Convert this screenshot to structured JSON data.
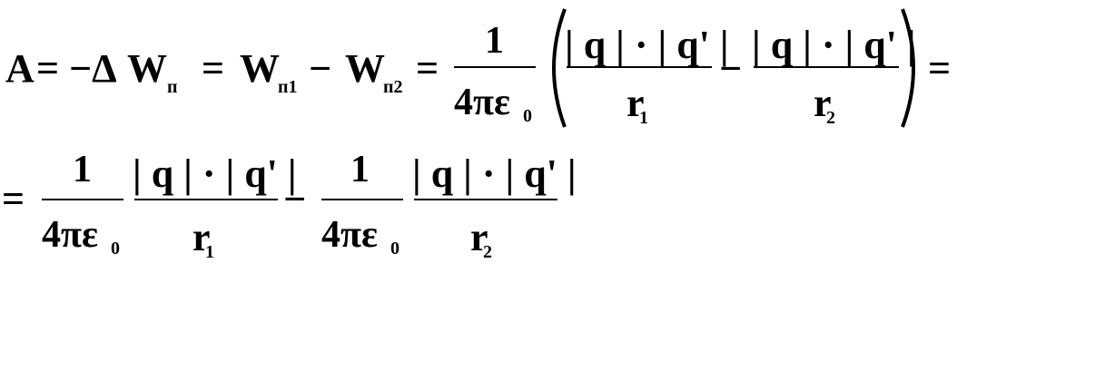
{
  "formula": {
    "line1": {
      "A": "A",
      "eq1": "=",
      "minus_delta": "−Δ",
      "W1": "W",
      "W1_sub": "п",
      "eq2": "=",
      "W2": "W",
      "W2_sub": "п1",
      "minus1": "−",
      "W3": "W",
      "W3_sub": "п2",
      "eq3": "=",
      "frac_num": "1",
      "frac_den_main": "4πε",
      "frac_den_sub": "0",
      "inner1_num": "| q | · | q' |",
      "inner1_den": "r",
      "inner1_den_sub": "1",
      "inner_minus": "−",
      "inner2_num": "| q | · | q' |",
      "inner2_den": "r",
      "inner2_den_sub": "2",
      "eq4": "="
    },
    "line2": {
      "eq": "=",
      "f1_num": "1",
      "f1_den_main": "4πε",
      "f1_den_sub": "0",
      "f2_num": "| q | · | q' |",
      "f2_den": "r",
      "f2_den_sub": "1",
      "minus": "−",
      "f3_num": "1",
      "f3_den_main": "4πε",
      "f3_den_sub": "0",
      "f4_num": "| q | · | q' |",
      "f4_den": "r",
      "f4_den_sub": "2"
    }
  }
}
